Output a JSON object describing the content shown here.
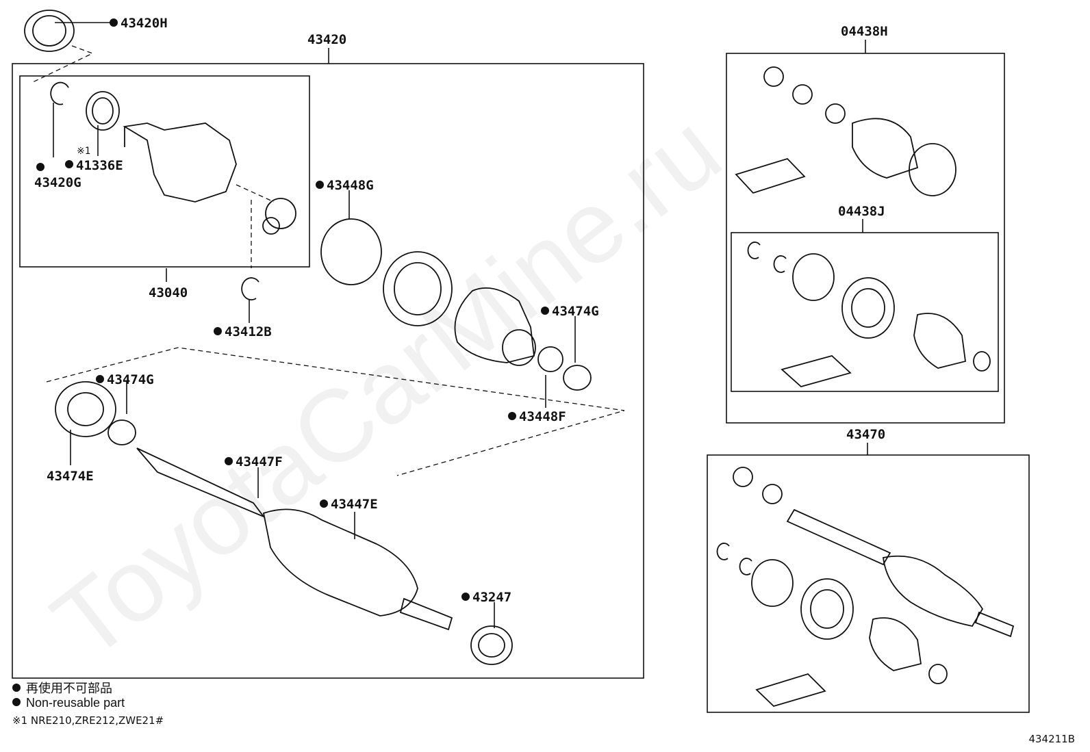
{
  "watermark": "ToyotaCarMine.ru",
  "callouts": {
    "p43420H": "43420H",
    "p43420": "43420",
    "p43420G": "43420G",
    "p41336E": "41336E",
    "note_mark": "※1",
    "p43040": "43040",
    "p43412B": "43412B",
    "p43448G": "43448G",
    "p43474G_right": "43474G",
    "p43448F": "43448F",
    "p43474G_left": "43474G",
    "p43474E": "43474E",
    "p43447F": "43447F",
    "p43447E": "43447E",
    "p43247": "43247",
    "p04438H": "04438H",
    "p04438J": "04438J",
    "p43470": "43470"
  },
  "legend": {
    "japanese": "再使用不可部品",
    "english": "Non-reusable part",
    "footnote": "※1 NRE210,ZRE212,ZWE21#"
  },
  "diagram_code": "434211B"
}
